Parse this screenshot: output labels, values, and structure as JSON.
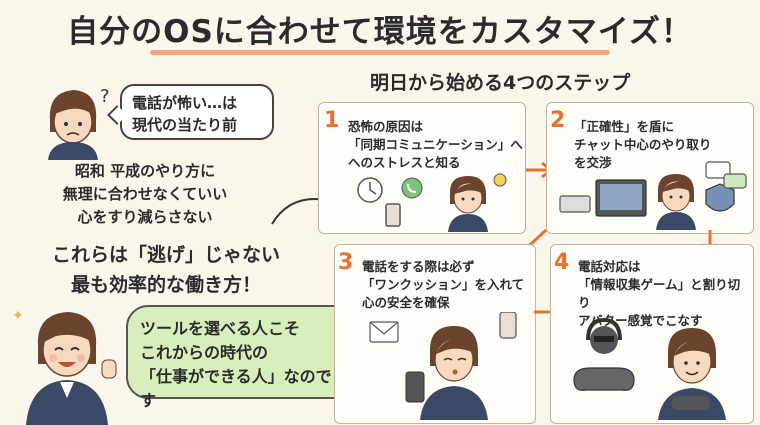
{
  "title": "自分のOSに合わせて環境をカスタマイズ！",
  "steps_heading": "明日から始める4つのステップ",
  "top_bubble": {
    "line1": "電話が怖い…は",
    "line2": "現代の当たり前"
  },
  "left_text": {
    "line1": "昭和 平成のやり方に",
    "line2": "無理に合わせなくていい",
    "line3": "心をすり減らさない"
  },
  "emphasis": {
    "line1": "これらは「逃げ」じゃない",
    "line2": "最も効率的な働き方！"
  },
  "green_bubble": {
    "line1": "ツールを選べる人こそ",
    "line2": "これからの時代の",
    "line3": "「仕事ができる人」なのです"
  },
  "steps": [
    {
      "number": "1",
      "line1": "恐怖の原因は",
      "line2": "「同期コミュニケーション」へ",
      "line3": "へのストレスと知る"
    },
    {
      "number": "2",
      "line1": "「正確性」を盾に",
      "line2": "チャット中心のやり取り",
      "line3": "を交渉"
    },
    {
      "number": "3",
      "line1": "電話をする際は必ず",
      "line2": "「ワンクッション」を入れて",
      "line3": "心の安全を確保"
    },
    {
      "number": "4",
      "line1": "電話対応は",
      "line2": "「情報収集ゲーム」と割り切り",
      "line3": "アバター感覚でこなす"
    }
  ],
  "colors": {
    "accent": "#e9712e",
    "bubble_green": "#d8eebd",
    "background": "#fbf6ec"
  }
}
